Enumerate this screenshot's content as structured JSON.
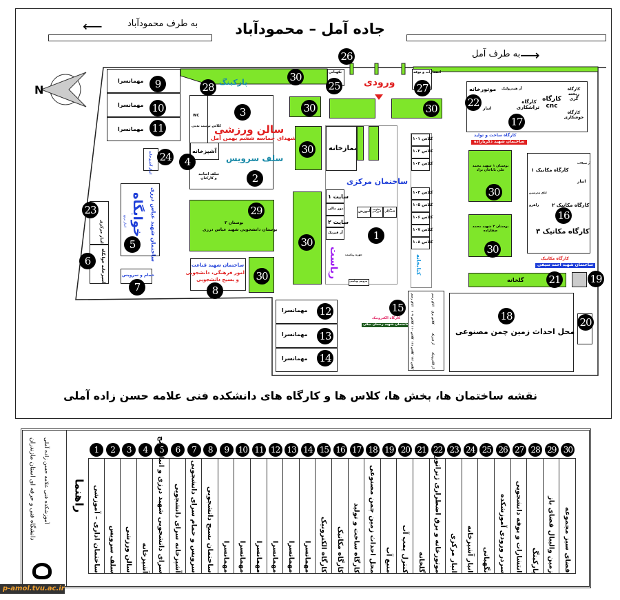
{
  "header": {
    "road_title": "جاده آمل – محمودآباد",
    "to_mahmoudabad": "به طرف محمودآباد",
    "to_amol": "به طرف آمل",
    "entrance": "ورودی"
  },
  "map": {
    "guesthouse": "مهمانسرا",
    "parking": "پارکینگ",
    "gym": "سالن ورزشی",
    "gym_sub": "شهدای حماسه ششم بهمن آمل",
    "service_hall": "سلف سرویس",
    "kitchen": "آشپزخانه",
    "staff_hall": "سلف اساتید و کارکنان",
    "gym_class": "کلاس تربیت بدنی",
    "store_small": "انبار",
    "wc": "WC",
    "kitchen_store": "انبار آشپزخانه",
    "dorm": "خوابگاه",
    "dorm_sub": "ساختمان شهید عباس درزی",
    "rice_store": "انبار برنج",
    "central_store": "انبار مرکزی",
    "dorm_kitchen": "آشپزخانه خوابگاه",
    "bath": "حمام و سرویس",
    "park3_title": "بوستان ۳",
    "park3_sub": "بوستان دانشجویی شهید عباس درزی",
    "ghanaat_title": "ساختمان شهید قناعت",
    "ghanaat_sub1": "امور فرهنگی، دانشجویی",
    "ghanaat_sub2": "و بسیج دانشجویی",
    "buffet": "تکهبانی",
    "publications": "انتشارات و بوفه",
    "prayer": "نمازخانه",
    "central": "ساختمان مرکزی",
    "site1": "سایت ۱",
    "finance": "امور مالی",
    "site2": "سایت ۲",
    "physics_lab": "آز فیزیک",
    "presidency": "ریاست",
    "presidency_office": "حوزه ریاست",
    "education": "آموزش",
    "edu_deputy": "معاونت آموزشی",
    "graduates": "فارغ التحصیلان",
    "library": "کتابخانه",
    "toilet": "سرویس بهداشتی",
    "classes": [
      "کلاس ۱۰۱",
      "کلاس ۱۰۲",
      "کلاس ۱۰۳",
      "کلاس ۱۰۴",
      "کلاس ۱۰۵",
      "کلاس ۱۰۶",
      "کلاس ۱۰۷",
      "کلاس ۱۰۸"
    ],
    "engine_room": "موتورخانه",
    "hydraulic_lab": "آز هیدرولیک",
    "turning": "کارگاه تراشکاری",
    "cnc": "کارگاه cnc",
    "casting": "کارگاه ریخته گری",
    "welding": "کارگاه جوشکاری",
    "build_ws": "کارگاه ساخت و تولید",
    "build_ws_bldg": "ساختمان شهید ذکریازاده",
    "park1": "بوستان ۱ شهید محمد علی باباجان نژاد",
    "park2": "بوستان ۲ شهید محمد صفازاده",
    "mech1": "کارگاه مکانیک ۱",
    "mech2": "کارگاه مکانیک ۲",
    "mech3": "کارگاه مکانیک ۳",
    "fluids_lab": "آز سیالات",
    "teachers_room": "اتاق مدرسین",
    "corridor": "راهرو",
    "mech_ws": "کارگاه مکانیک",
    "mech_bldg": "ساختمان شهید احمد سیفی",
    "greenhouse": "گلخانه",
    "electronics_ws": "کارگاه الکترونیک",
    "electronics_bldg": "ساختمان شهید رحمان بیگی",
    "lower_classes": [
      "اتاق رسم",
      "کلاس ۱۰۹",
      "کلاس ۱۱۰",
      "کلاس ۱۱۱",
      "کلاس ۱۱۲",
      "اتاق رسم",
      "کلاس برق",
      "آز فیزیک",
      "آز الکترونیک"
    ],
    "turf": "محل احداث زمین چمن مصنوعی",
    "caption": "نقشه ساختمان ها، بخش ها، کلاس ها و کارگاه های دانشکده فنی علامه حسن زاده آملی"
  },
  "legend": {
    "title": "راهنما",
    "org1": "دانشگاه فنی و حرفه ای استان مازندران",
    "org2": "آموزشکده فنی علامه حسن زاده آملی",
    "items": [
      {
        "num": "1",
        "label": "ساختمان اداری – آموزشی"
      },
      {
        "num": "2",
        "label": "سلف سرویس"
      },
      {
        "num": "3",
        "label": "سالن ورزشی"
      },
      {
        "num": "4",
        "label": "آشپزخانه"
      },
      {
        "num": "5",
        "label": "سرای دانشجویی شهید درزی و انبار برنج"
      },
      {
        "num": "6",
        "label": "آشپزخانه سرای دانشجویی"
      },
      {
        "num": "7",
        "label": "سرویس و حمام سرای دانشجویی"
      },
      {
        "num": "8",
        "label": "ساختمان بسیج دانشجویی"
      },
      {
        "num": "9",
        "label": "مهمانسرا"
      },
      {
        "num": "10",
        "label": "مهمانسرا"
      },
      {
        "num": "11",
        "label": "مهمانسرا"
      },
      {
        "num": "12",
        "label": "مهمانسرا"
      },
      {
        "num": "13",
        "label": "مهمانسرا"
      },
      {
        "num": "14",
        "label": "مهمانسرا"
      },
      {
        "num": "15",
        "label": "کارگاه الکترونیک"
      },
      {
        "num": "16",
        "label": "کارگاه مکانیک"
      },
      {
        "num": "17",
        "label": "کارگاه ساخت و تولید"
      },
      {
        "num": "18",
        "label": "محل احداث زمین چمن مصنوعی"
      },
      {
        "num": "19",
        "label": "منبع آب"
      },
      {
        "num": "20",
        "label": "کنترل پمپ آب"
      },
      {
        "num": "21",
        "label": "گلخانه"
      },
      {
        "num": "22",
        "label": "موتورخانه و برق اضطراری ژنراتور"
      },
      {
        "num": "23",
        "label": "انبار مرکزی"
      },
      {
        "num": "24",
        "label": "انبار آشپزخانه"
      },
      {
        "num": "25",
        "label": "نگهبانی"
      },
      {
        "num": "26",
        "label": "سردر ورودی آموزشکده"
      },
      {
        "num": "27",
        "label": "انتشارات و بوفه دانشجویی"
      },
      {
        "num": "28",
        "label": "پارکینگ"
      },
      {
        "num": "29",
        "label": "زمین والیبال فضای باز"
      },
      {
        "num": "30",
        "label": "فضای سبز مجموعه"
      }
    ]
  },
  "footer": {
    "site": "p-amol.tvu.ac.ir"
  },
  "colors": {
    "green": "#7fe62a",
    "red": "#e02020",
    "blue": "#1f3fd8",
    "teal": "#1a8aa8",
    "purple": "#a020f0"
  }
}
